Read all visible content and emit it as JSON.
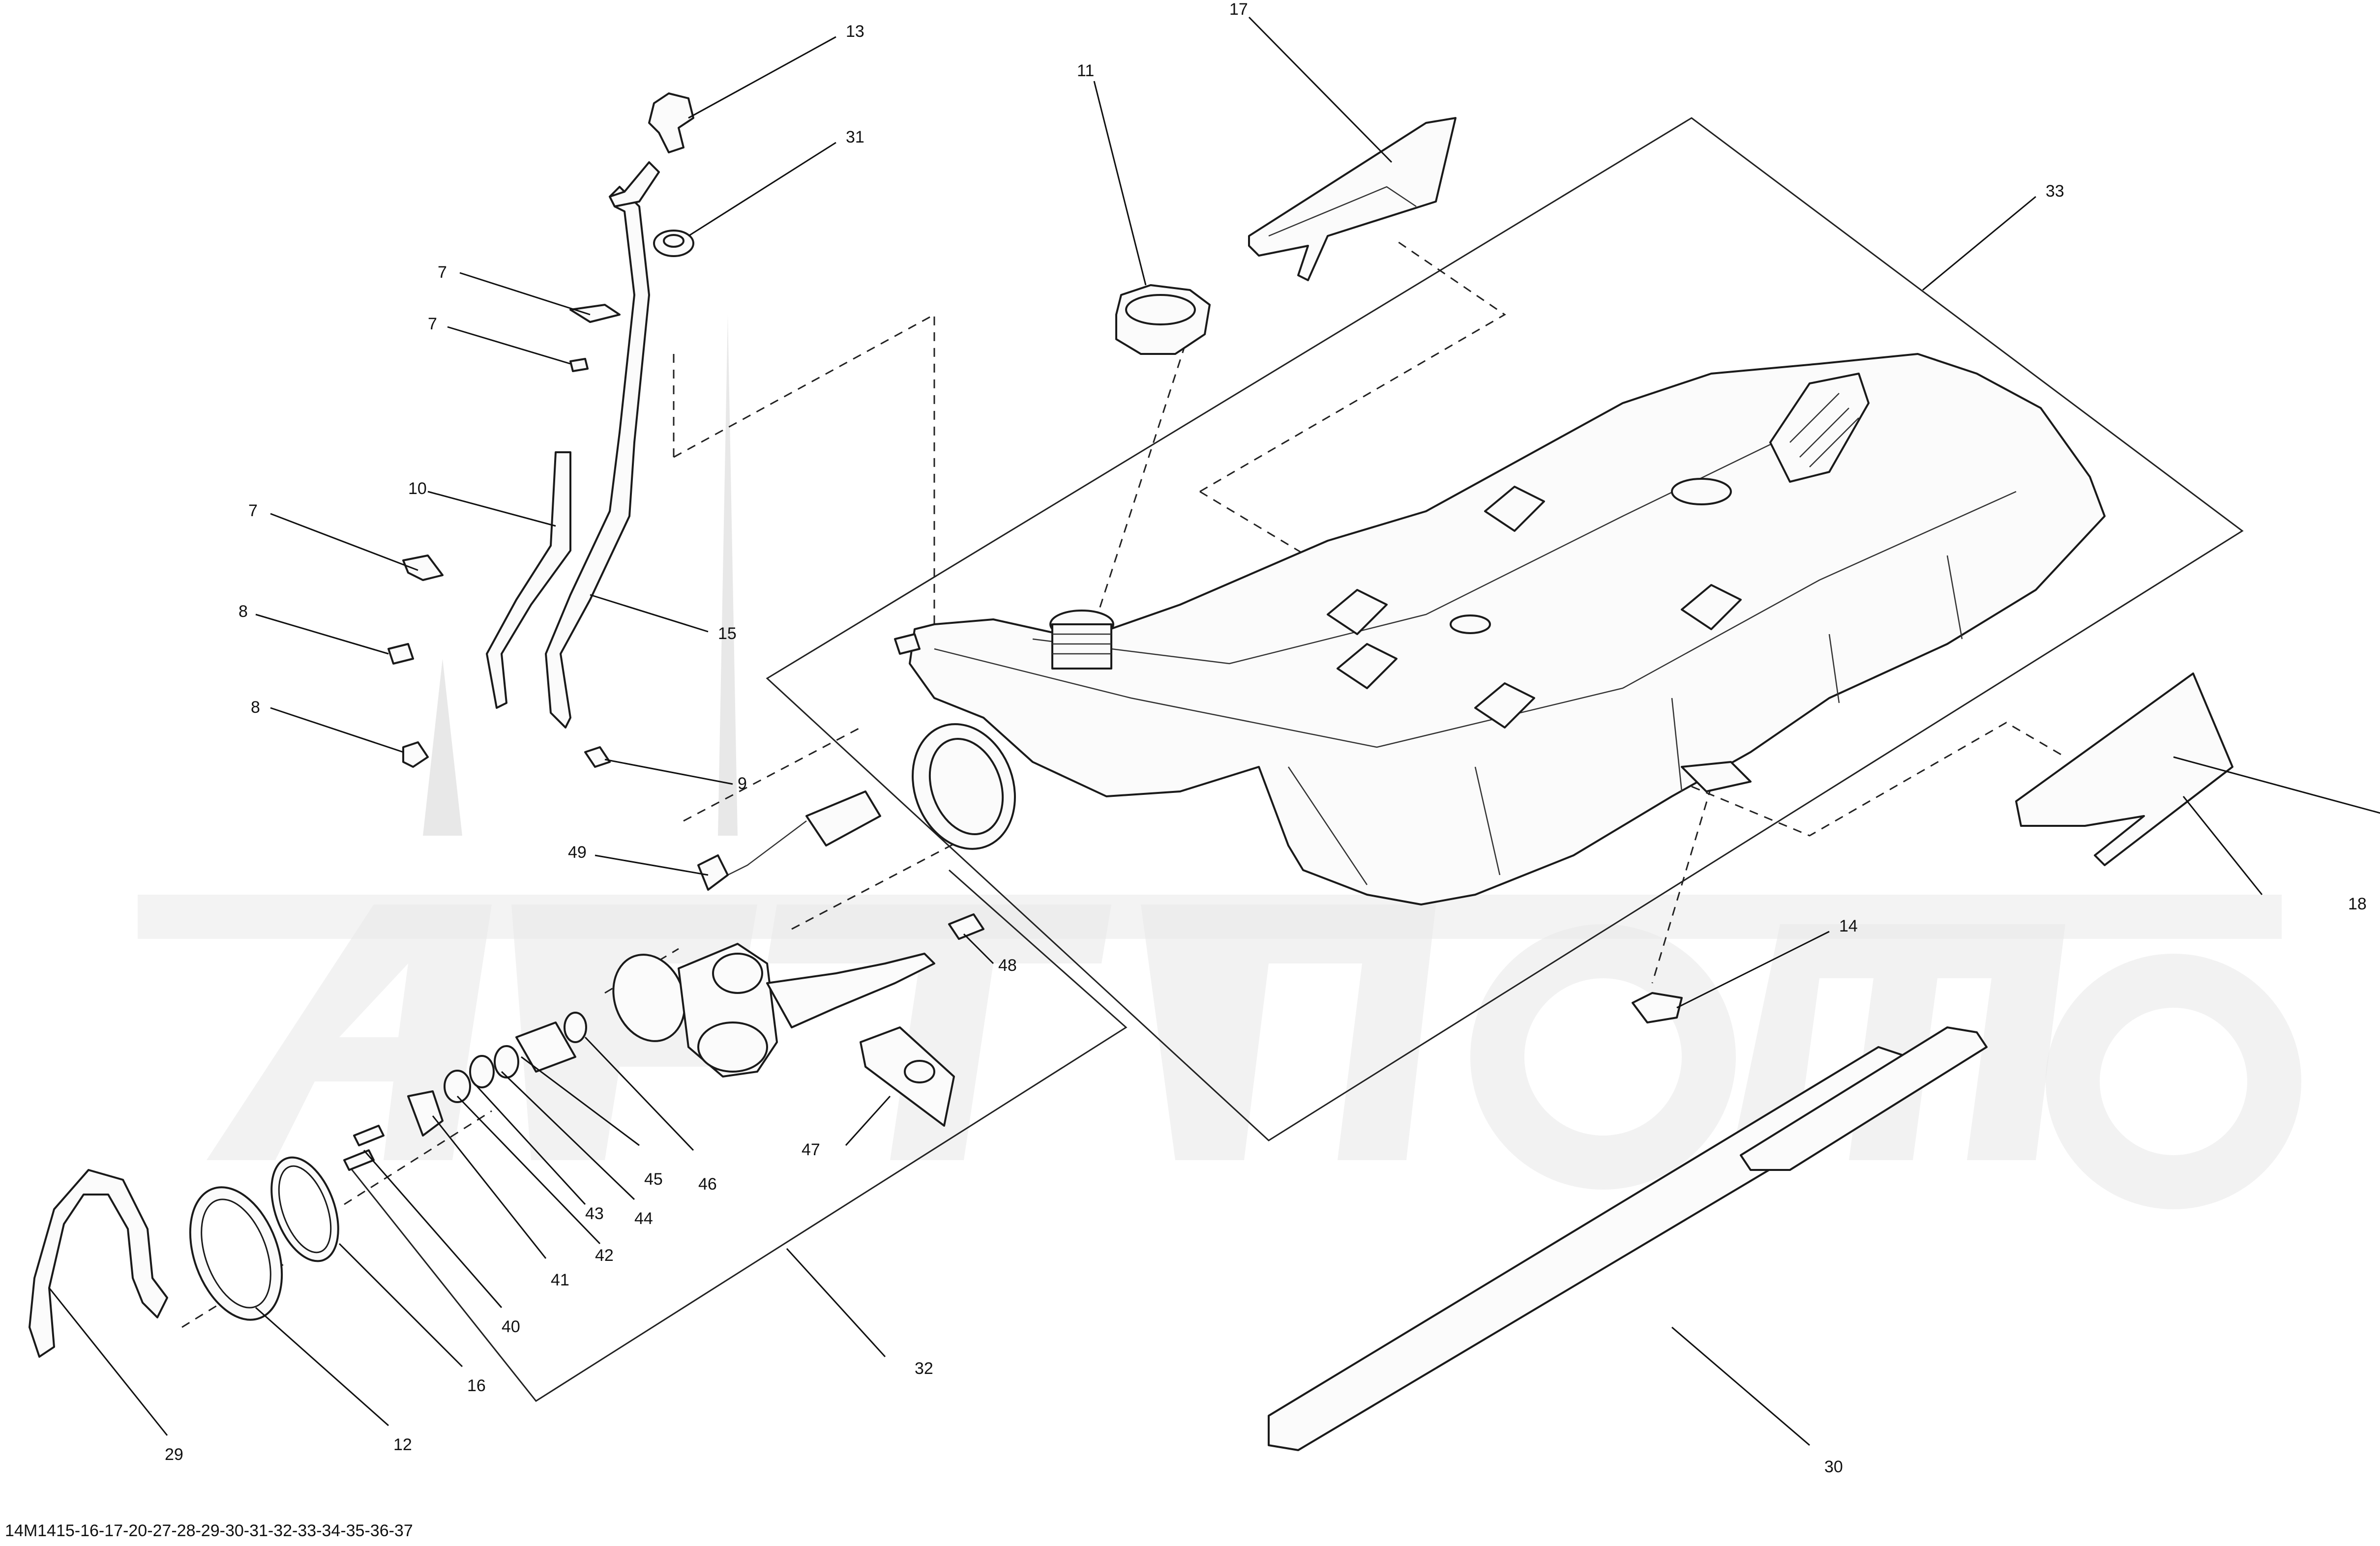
{
  "diagram": {
    "reference": "14M1415-16-17-20-27-28-29-30-31-32-33-34-35-36-37",
    "callouts": [
      {
        "id": "c13",
        "label": "13"
      },
      {
        "id": "c17",
        "label": "17"
      },
      {
        "id": "c11",
        "label": "11"
      },
      {
        "id": "c31",
        "label": "31"
      },
      {
        "id": "c33",
        "label": "33"
      },
      {
        "id": "c7a",
        "label": "7"
      },
      {
        "id": "c7b",
        "label": "7"
      },
      {
        "id": "c10",
        "label": "10"
      },
      {
        "id": "c7c",
        "label": "7"
      },
      {
        "id": "c8a",
        "label": "8"
      },
      {
        "id": "c15",
        "label": "15"
      },
      {
        "id": "c8b",
        "label": "8"
      },
      {
        "id": "c9",
        "label": "9"
      },
      {
        "id": "c49",
        "label": "49"
      },
      {
        "id": "c18",
        "label": "18"
      },
      {
        "id": "c14",
        "label": "14"
      },
      {
        "id": "c48",
        "label": "48"
      },
      {
        "id": "c47",
        "label": "47"
      },
      {
        "id": "c45",
        "label": "45"
      },
      {
        "id": "c46",
        "label": "46"
      },
      {
        "id": "c43",
        "label": "43"
      },
      {
        "id": "c44",
        "label": "44"
      },
      {
        "id": "c42",
        "label": "42"
      },
      {
        "id": "c41",
        "label": "41"
      },
      {
        "id": "c40",
        "label": "40"
      },
      {
        "id": "c32",
        "label": "32"
      },
      {
        "id": "c16",
        "label": "16"
      },
      {
        "id": "c12",
        "label": "12"
      },
      {
        "id": "c29",
        "label": "29"
      },
      {
        "id": "c30",
        "label": "30"
      }
    ]
  }
}
